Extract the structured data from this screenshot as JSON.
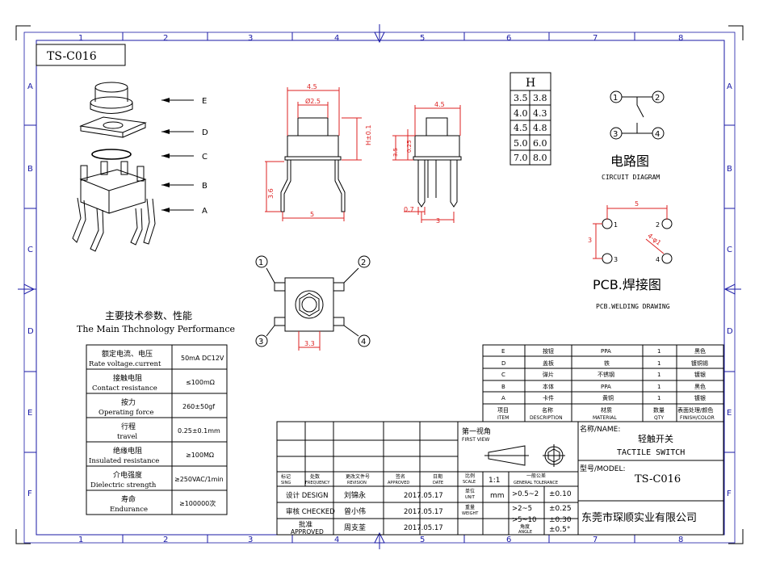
{
  "model_box": "TS-C016",
  "border": {
    "cols": [
      "1",
      "2",
      "3",
      "4",
      "5",
      "6",
      "7",
      "8"
    ],
    "rows": [
      "A",
      "B",
      "C",
      "D",
      "E",
      "F"
    ]
  },
  "exploded": {
    "labels": [
      "E",
      "D",
      "C",
      "B",
      "A"
    ]
  },
  "front_view": {
    "dim_w_top": "4.5",
    "dim_d": "Ø2.5",
    "dim_h": "H±0.1",
    "dim_leg": "3.6",
    "dim_w_bot": "5"
  },
  "side_view": {
    "dim_w_top": "4.5",
    "dim_base": "3.5",
    "dim_cap": "0.25",
    "dim_pin": "0.7",
    "dim_pitch": "3"
  },
  "top_view": {
    "pins": [
      "1",
      "2",
      "3",
      "4"
    ],
    "dim": "3.3"
  },
  "h_table": {
    "header": "H",
    "rows": [
      [
        "3.5",
        "3.8"
      ],
      [
        "4.0",
        "4.3"
      ],
      [
        "4.5",
        "4.8"
      ],
      [
        "5.0",
        "6.0"
      ],
      [
        "7.0",
        "8.0"
      ]
    ]
  },
  "circuit": {
    "title_cn": "电路图",
    "title_en": "CIRCUIT DIAGRAM",
    "pins": [
      "1",
      "2",
      "3",
      "4"
    ]
  },
  "pcb": {
    "title_cn": "PCB.焊接图",
    "title_en": "PCB.WELDING DRAWING",
    "dim_w": "5",
    "dim_h": "3",
    "dim_hole": "4-φ1",
    "pins": [
      "1",
      "2",
      "3",
      "4"
    ]
  },
  "spec": {
    "title_cn": "主要技术参数、性能",
    "title_en": "The Main Thchnology Performance",
    "rows": [
      {
        "cn": "额定电流、电压",
        "en": "Rate voltage.current",
        "val": "50mA DC12V"
      },
      {
        "cn": "接触电阻",
        "en": "Contact resistance",
        "val": "≤100mΩ"
      },
      {
        "cn": "按力",
        "en": "Operating force",
        "val": "260±50gf"
      },
      {
        "cn": "行程",
        "en": "travel",
        "val": "0.25±0.1mm"
      },
      {
        "cn": "绝缘电阻",
        "en": "Insulated resistance",
        "val": "≥100MΩ"
      },
      {
        "cn": "介电强度",
        "en": "Dielectric strength",
        "val": "≥250VAC/1min"
      },
      {
        "cn": "寿命",
        "en": "Endurance",
        "val": "≥100000次"
      }
    ]
  },
  "bom": {
    "rows": [
      [
        "E",
        "按钮",
        "PPA",
        "1",
        "黑色"
      ],
      [
        "D",
        "盖板",
        "铁",
        "1",
        "镀铜锡"
      ],
      [
        "C",
        "弹片",
        "不锈钢",
        "1",
        "镀银"
      ],
      [
        "B",
        "本体",
        "PPA",
        "1",
        "黑色"
      ],
      [
        "A",
        "卡件",
        "黄铜",
        "1",
        "镀银"
      ]
    ],
    "header": {
      "item_cn": "项目",
      "item_en": "ITEM",
      "name_cn": "名称",
      "name_en": "DESCRIPTION",
      "mat_cn": "材质",
      "mat_en": "MATERIAL",
      "qty_cn": "数量",
      "qty_en": "QTY",
      "fin_cn": "表面处理/颜色",
      "fin_en": "FINISH/COLOR"
    }
  },
  "title_block": {
    "rev_head": [
      {
        "cn": "标记",
        "en": "SING"
      },
      {
        "cn": "处数",
        "en": "FREQUENCY"
      },
      {
        "cn": "更改文件号",
        "en": "REVISION"
      },
      {
        "cn": "签名",
        "en": "APPROVED"
      },
      {
        "cn": "日期",
        "en": "DATE"
      }
    ],
    "design_label": "设计 DESIGN",
    "design_name": "刘锦永",
    "design_date": "2017.05.17",
    "check_label": "审核 CHECKED",
    "check_name": "曾小伟",
    "check_date": "2017.05.17",
    "approve_cn": "批准",
    "approve_en": "APPROVED",
    "approve_name": "周支荃",
    "approve_date": "2017.05.17",
    "first_view_cn": "第一视角",
    "first_view_en": "FIRST VIEW",
    "scale_cn": "比例",
    "scale_en": "SCALE",
    "scale_val": "1:1",
    "unit_cn": "单位",
    "unit_en": "UNIT",
    "unit_val": "mm",
    "weight_cn": "重量",
    "weight_en": "WEIGHT",
    "angle_cn": "角度",
    "angle_en": "ANGLE",
    "tol_cn": "一般公差",
    "tol_en": "GENERAL TOLERANCE",
    "tol_rows": [
      [
        ">0.5~2",
        "±0.10"
      ],
      [
        ">2~5",
        "±0.25"
      ],
      [
        ">5~10",
        "±0.30"
      ]
    ],
    "angle_val": "±0.5°",
    "name_label": "名称/NAME:",
    "name_cn": "轻触开关",
    "name_en": "TACTILE SWITCH",
    "model_label": "型号/MODEL:",
    "model_val": "TS-C016",
    "company": "东莞市琛顺实业有限公司"
  }
}
